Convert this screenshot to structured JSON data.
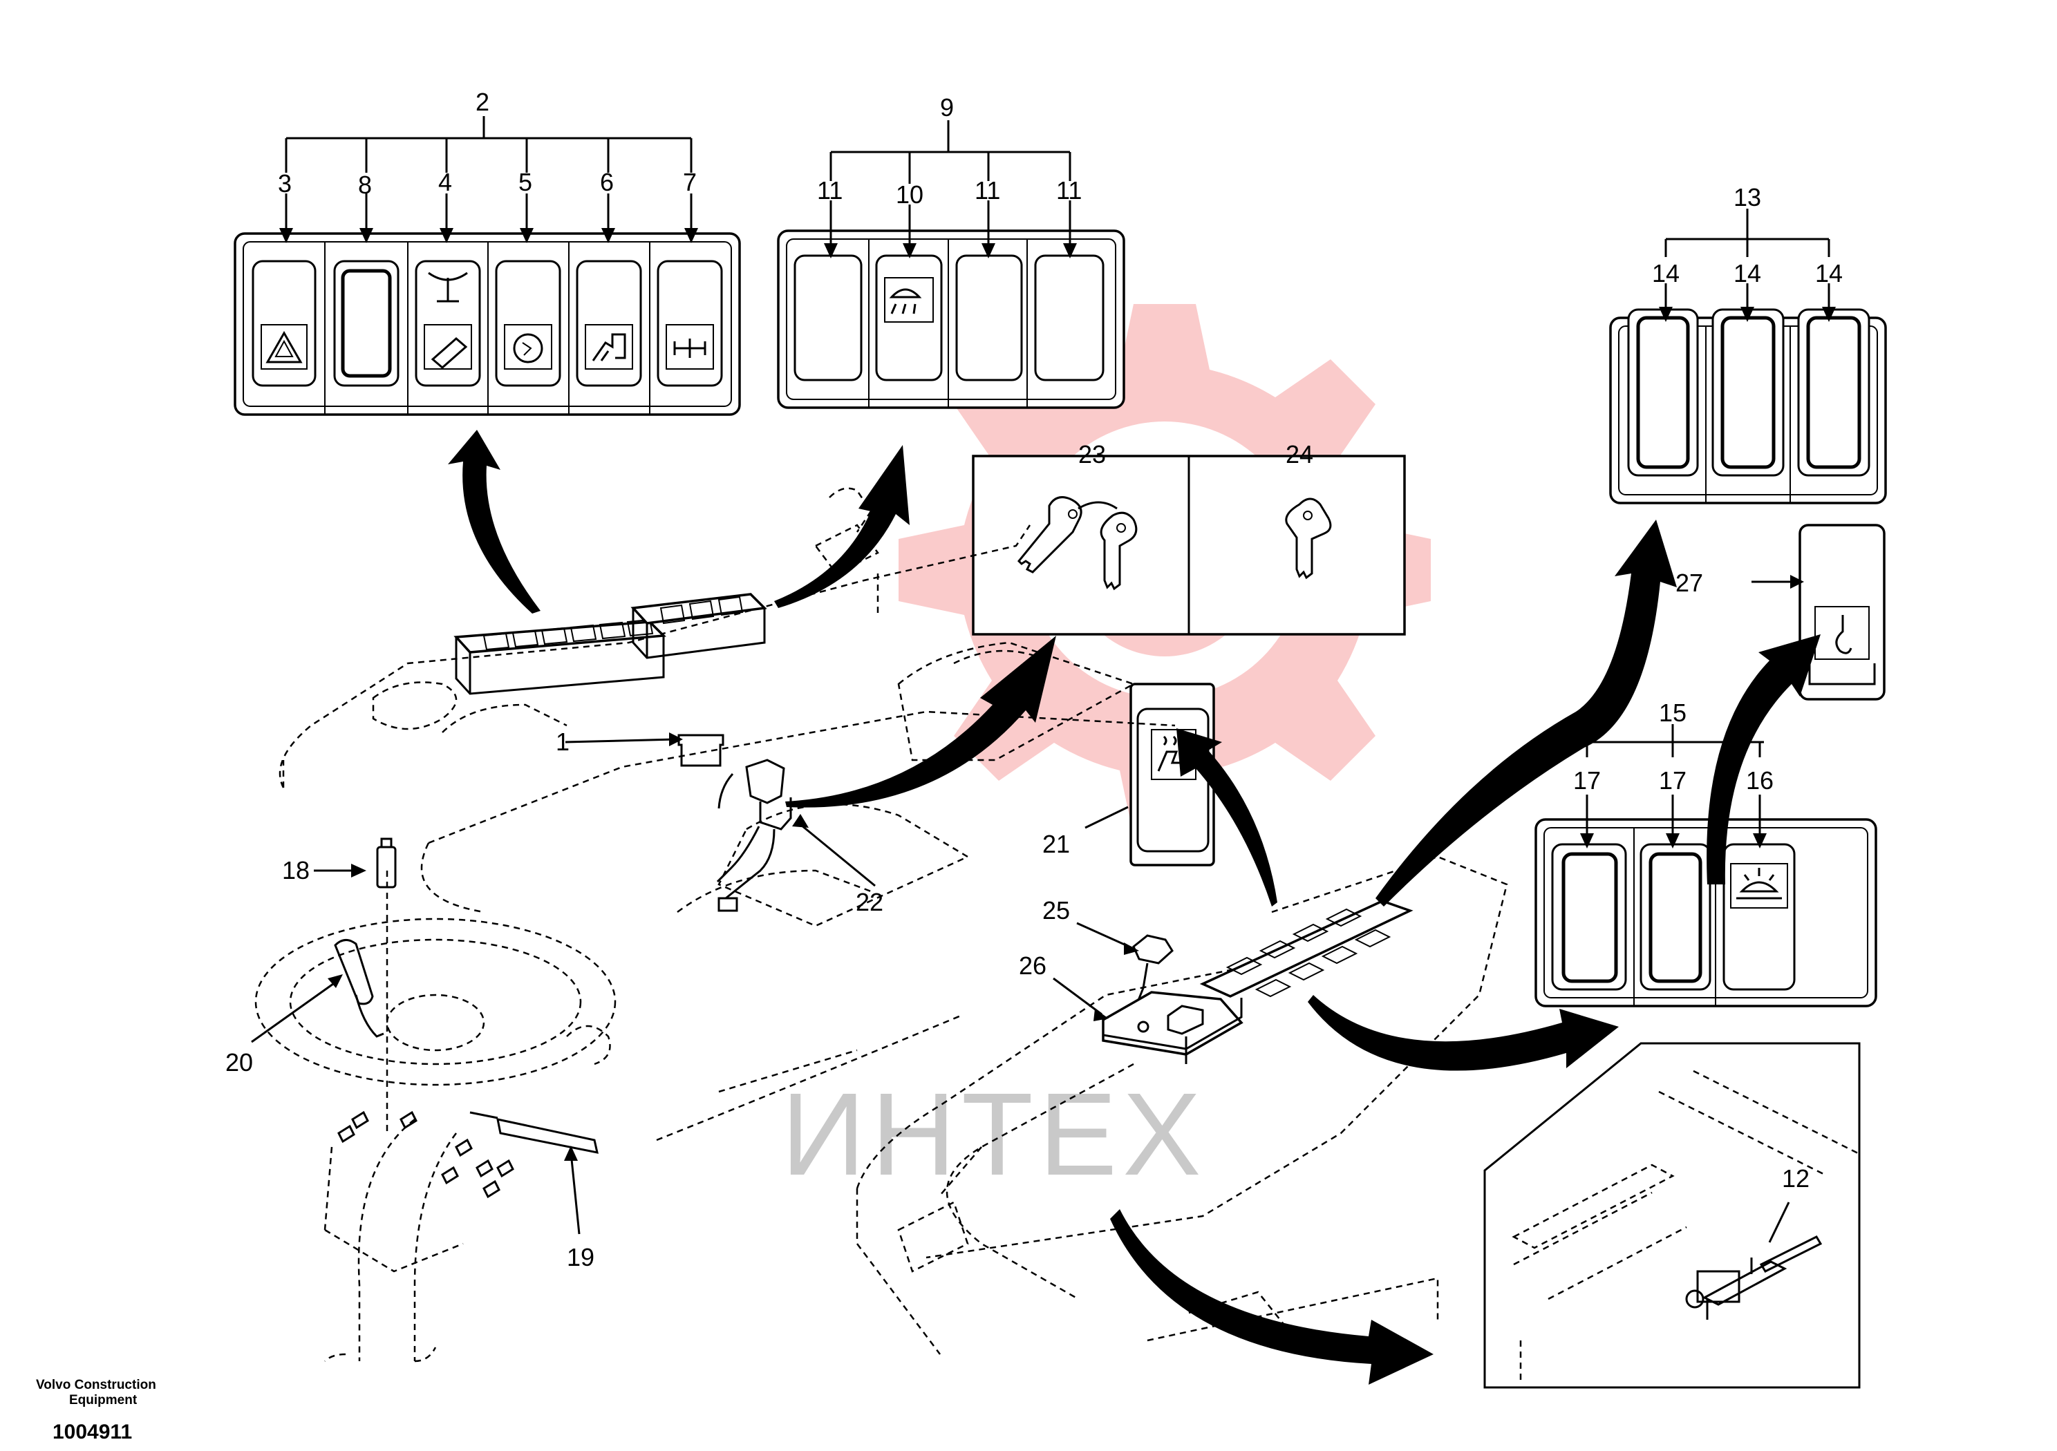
{
  "watermark": {
    "text": "ИНТЕХ",
    "color": "#f26a6a"
  },
  "footer": {
    "company_line1": "Volvo Construction",
    "company_line2": "Equipment",
    "doc_number": "1004911"
  },
  "callouts": {
    "c1": "1",
    "c2": "2",
    "c3": "3",
    "c4": "4",
    "c5": "5",
    "c6": "6",
    "c7": "7",
    "c8": "8",
    "c9": "9",
    "c10": "10",
    "c11a": "11",
    "c11b": "11",
    "c11c": "11",
    "c12": "12",
    "c13": "13",
    "c14a": "14",
    "c14b": "14",
    "c14c": "14",
    "c15": "15",
    "c16": "16",
    "c17a": "17",
    "c17b": "17",
    "c18": "18",
    "c19": "19",
    "c20": "20",
    "c21": "21",
    "c22": "22",
    "c23": "23",
    "c24": "24",
    "c25": "25",
    "c26": "26",
    "c27": "27"
  },
  "icons": {
    "hazard": "hazard-triangle-icon",
    "wiper": "wiper-icon",
    "washer": "washer-icon",
    "engine": "engine-icon",
    "work_light": "work-light-icon",
    "seat_heater": "seat-heater-icon",
    "beacon": "beacon-icon",
    "hook": "hook-icon",
    "key": "key-icon"
  }
}
